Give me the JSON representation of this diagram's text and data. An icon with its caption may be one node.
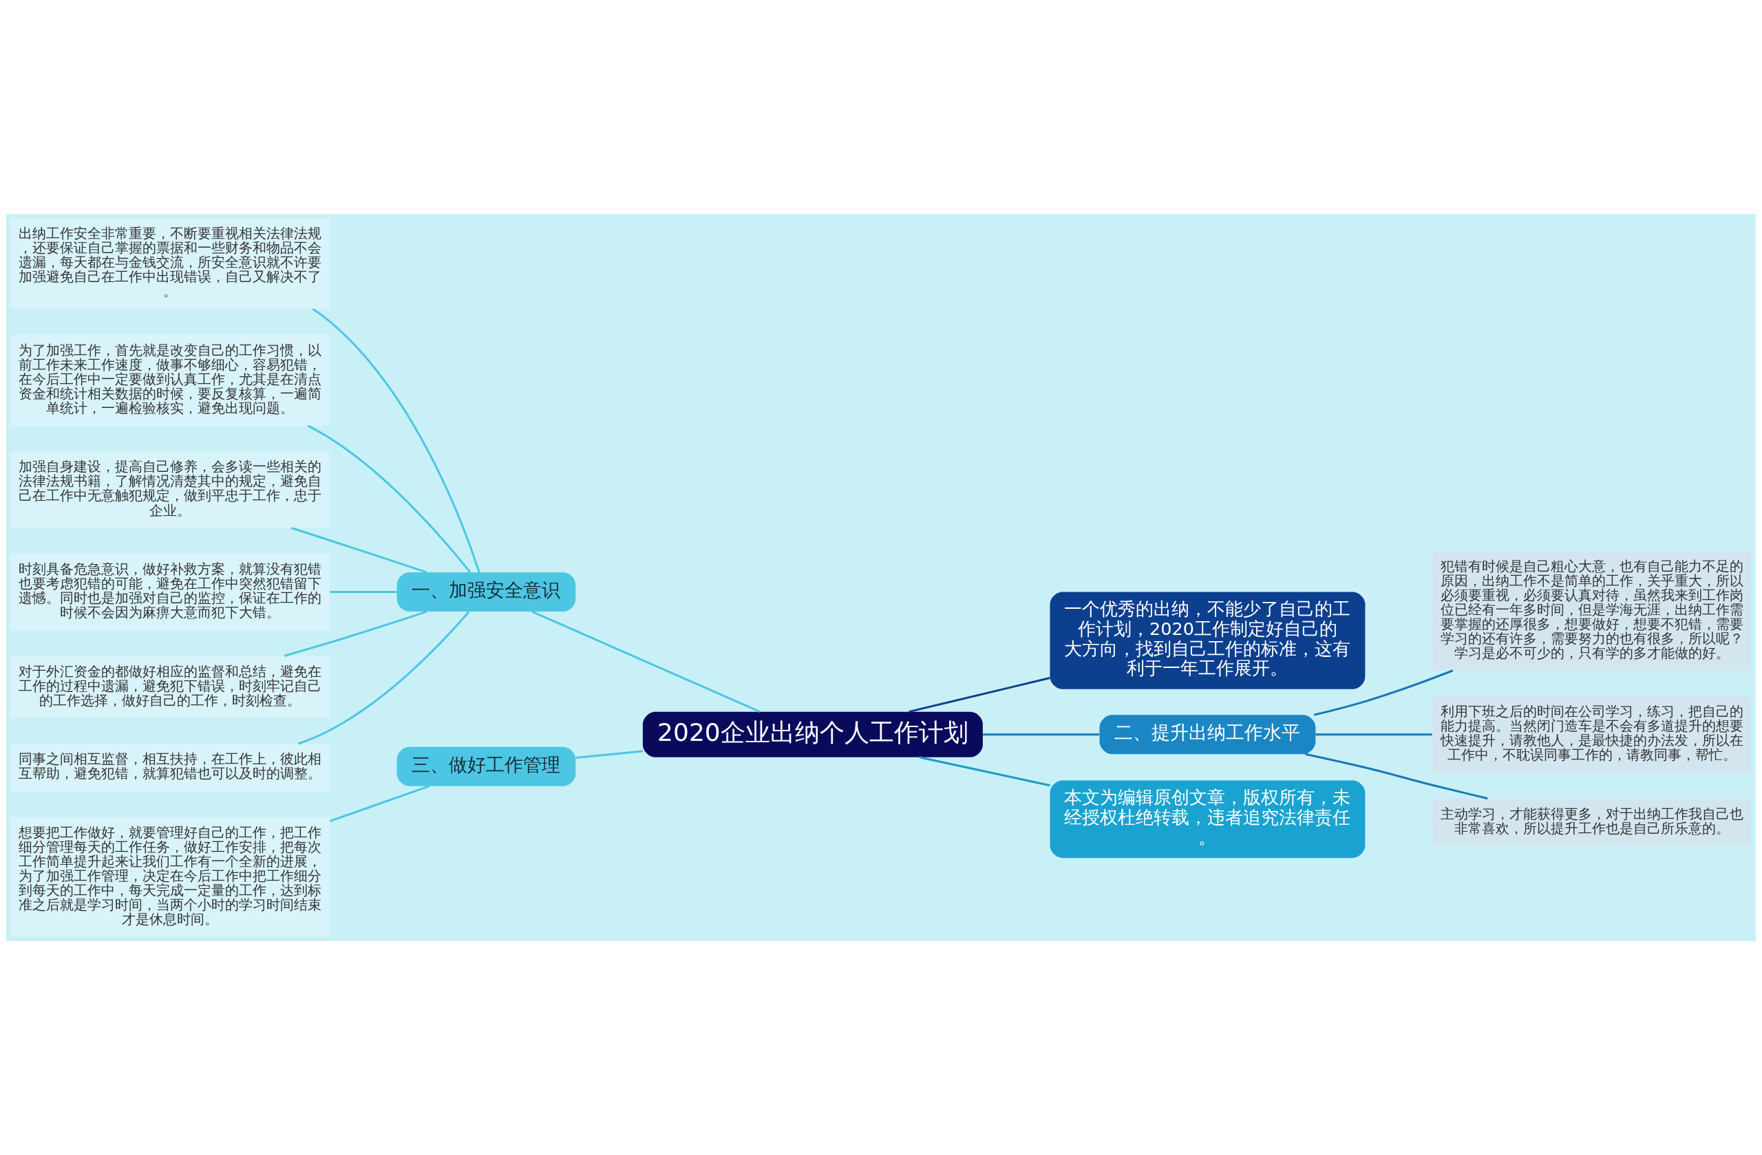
{
  "diagram": {
    "nodes": [
      {
        "text": [
          "2020企业出纳个人工作计划"
        ]
      },
      {
        "text": [
          "一、加强安全意识"
        ]
      },
      {
        "text": [
          "出纳工作安全非常重要，不断要重视相关法律法规，还要保证自己掌握的票据和一些财务和物品不会遗漏，每天都在与金钱交流，所安全意识就不许要加强避免自己在工作中出现错误，自己又解决不了。"
        ]
      },
      {
        "text": [
          "为了加强工作，首先就是改变自己的工作习惯，以前工作未来工作速度，做事不够细心，容易犯错，在今后工作中一定要做到认真工作，尤其是在清点资金和统计相关数据的时候，要反复核算，一遍简单统计，一遍检验核实，避免出现问题。"
        ]
      },
      {
        "text": [
          "加强自身建设，提高自己修养，会多读一些相关的法律法规书籍，了解情况清楚其中的规定，避免自己在工作中无意触犯规定，做到平忠于工作，忠于企业。"
        ]
      },
      {
        "text": [
          "时刻具备危急意识，做好补救方案，就算没有犯错也要考虑犯错的可能，避免在工作中突然犯错留下遗憾。同时也是加强对自己的监控，保证在工作的时候不会因为麻痹大意而犯下大错。"
        ]
      },
      {
        "text": [
          "对于外汇资金的都做好相应的监督和总结，避免在工作的过程中遗漏，避免犯下错误，时刻牢记自己的工作选择，做好自己的工作，时刻检查。"
        ]
      },
      {
        "text": [
          "同事之间相互监督，相互扶持，在工作上，彼此相互帮助，避免犯错，就算犯错也可以及时的调整。"
        ]
      },
      {
        "text": [
          "三、做好工作管理"
        ]
      },
      {
        "text": [
          "想要把工作做好，就要管理好自己的工作，把工作细分管理每天的工作任务，做好工作安排，把每次工作简单提升起来让我们工作有一个全新的进展，为了加强工作管理，决定在今后工作中把工作细分到每天的工作中，每天完成一定量的工作，达到标准之后就是学习时间，当两个小时的学习时间结束才是休息时间。"
        ]
      },
      {
        "text": [
          "一个优秀的出纳，不能少了自己的工作计划，2020工作制定好自己的大方向，找到自己工作的标准，这有利于一年工作展开。"
        ]
      },
      {
        "text": [
          "二、提升出纳工作水平"
        ]
      },
      {
        "text": [
          "犯错有时候是自己粗心大意，也有自己能力不足的原因，出纳工作不是简单的工作，关乎重大，所以必须要重视，必须要认真对待，虽然我来到工作岗位已经有一年多时间，但是学海无涯，出纳工作需要掌握的还厚很多，想要做好，想要不犯错，需要学习的还有许多，需要努力的也有很多，所以呢？学习是必不可少的，只有学的多才能做的好。"
        ]
      },
      {
        "text": [
          "利用下班之后的时间在公司学习，练习，把自己的能力提高。当然闭门造车是不会有多道提升的想要快速提升，请教他人，是最快捷的办法发，所以在工作中，不耽误同事工作的，请教同事，帮忙。"
        ]
      },
      {
        "text": [
          "主动学习，才能获得更多，对于出纳工作我自己也非常喜欢，所以提升工作也是自己所乐意的。"
        ]
      },
      {
        "text": [
          "本文为编辑原创文章，版权所有，未经授权杜绝转载，违者追究法律责任。"
        ]
      }
    ],
    "edges": [
      {
        "from": 0,
        "to": 1,
        "arrow": "none"
      },
      {
        "from": 1,
        "to": 2,
        "arrow": "none"
      },
      {
        "from": 1,
        "to": 3,
        "arrow": "none"
      },
      {
        "from": 1,
        "to": 4,
        "arrow": "none"
      },
      {
        "from": 1,
        "to": 5,
        "arrow": "none"
      },
      {
        "from": 1,
        "to": 6,
        "arrow": "none"
      },
      {
        "from": 1,
        "to": 7,
        "arrow": "none"
      },
      {
        "from": 0,
        "to": 8,
        "arrow": "none"
      },
      {
        "from": 8,
        "to": 9,
        "arrow": "none"
      },
      {
        "from": 0,
        "to": 10,
        "arrow": "none",
        "color": "#0d3f8f"
      },
      {
        "from": 0,
        "to": 11,
        "arrow": "none",
        "color": "#1a78b4"
      },
      {
        "from": 11,
        "to": 12,
        "arrow": "none",
        "color": "#1a78b4"
      },
      {
        "from": 11,
        "to": 13,
        "arrow": "none",
        "color": "#1a78b4"
      },
      {
        "from": 11,
        "to": 14,
        "arrow": "none",
        "color": "#1a78b4"
      },
      {
        "from": 0,
        "to": 15,
        "arrow": "none",
        "color": "#1a9ccb"
      }
    ]
  }
}
